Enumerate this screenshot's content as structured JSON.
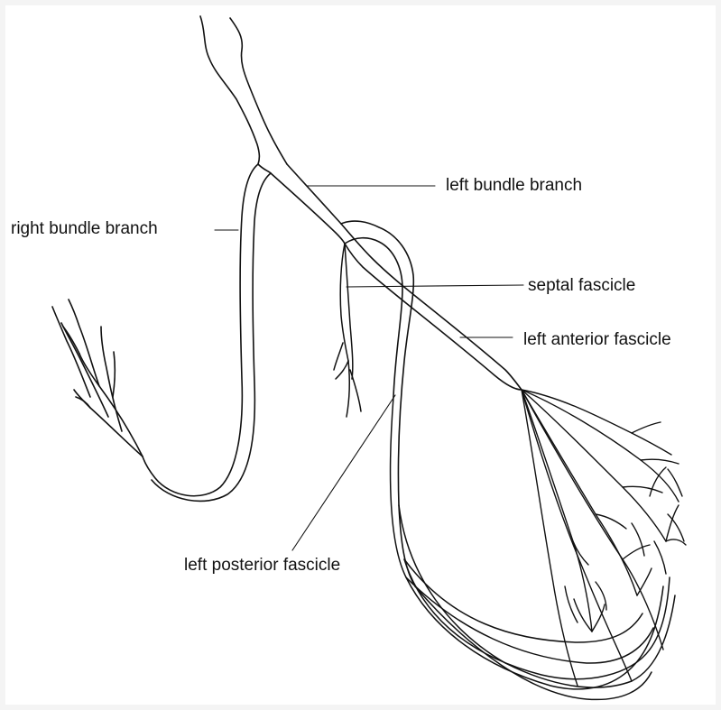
{
  "labels": {
    "left_bundle_branch": "left bundle branch",
    "right_bundle_branch": "right bundle branch",
    "septal_fascicle": "septal fascicle",
    "left_anterior_fascicle": "left anterior fascicle",
    "left_posterior_fascicle": "left posterior fascicle"
  }
}
